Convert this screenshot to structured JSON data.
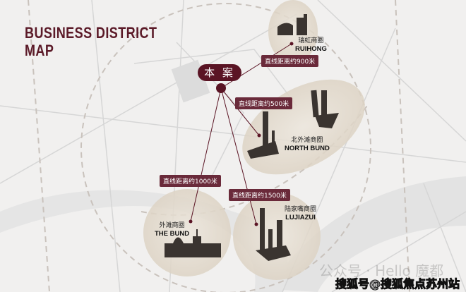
{
  "title": {
    "line1": "BUSINESS DISTRICT",
    "line2": "MAP"
  },
  "project": {
    "label": "本 案"
  },
  "districts": [
    {
      "cn": "瑞虹商圈",
      "en": "RUIHONG",
      "distance": "直线距离约900米"
    },
    {
      "cn": "北外滩商圈",
      "en": "NORTH BUND",
      "distance": "直线距离约500米"
    },
    {
      "cn": "外滩商圈",
      "en": "THE BUND",
      "distance": "直线距离约1000米"
    },
    {
      "cn": "陆家嘴商圈",
      "en": "LUJIAZUI",
      "distance": "直线距离约1500米"
    }
  ],
  "watermarks": {
    "wechat": "公众号 · Hello 魔都",
    "sohu": "搜狐号@搜狐焦点苏州站"
  },
  "colors": {
    "accent": "#5a1424",
    "pill": "#6a2a3a",
    "background": "#f1f0ef"
  }
}
